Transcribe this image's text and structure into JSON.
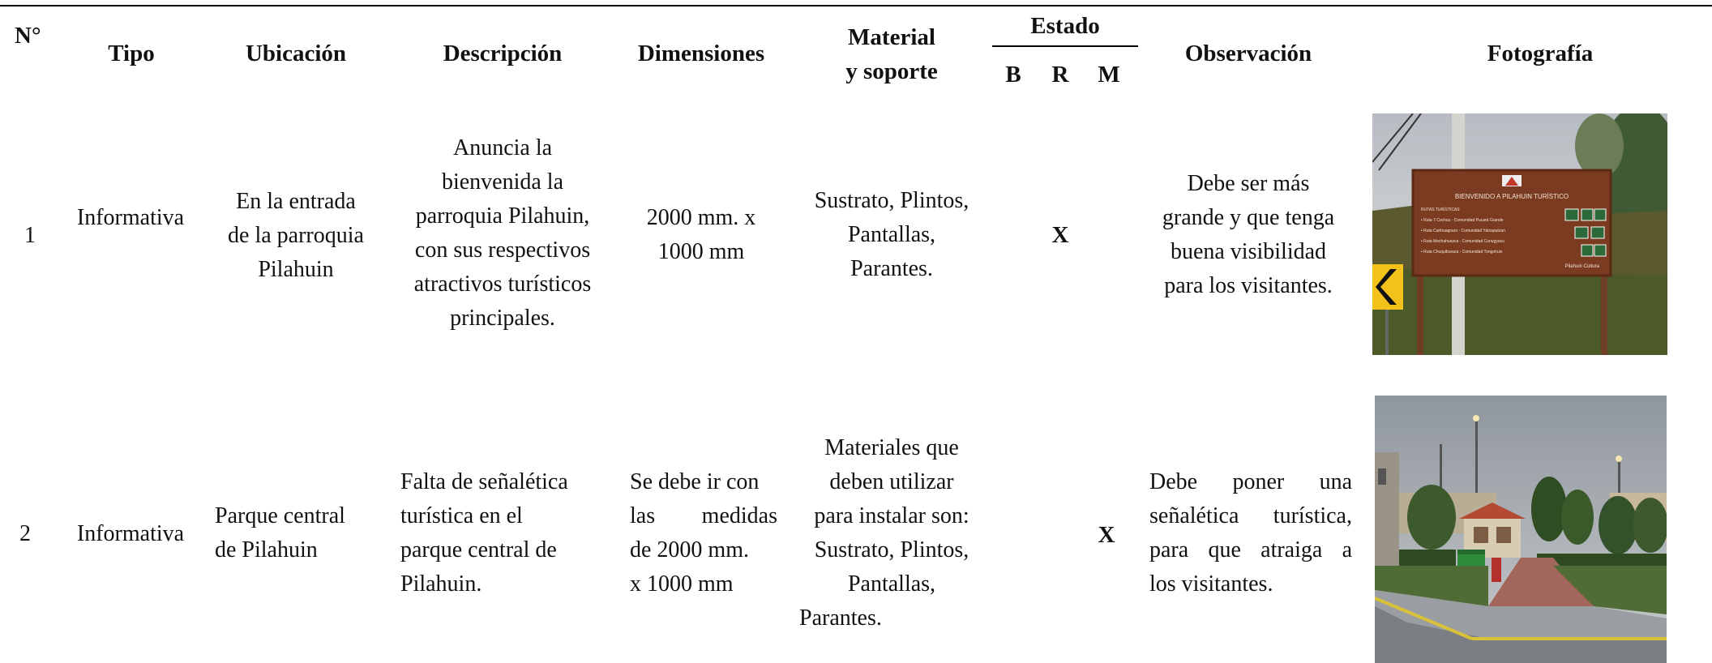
{
  "headers": {
    "no": "N°",
    "tipo": "Tipo",
    "ubicacion": "Ubicación",
    "descripcion": "Descripción",
    "dimensiones": "Dimensiones",
    "material_1": "Material",
    "material_2": "y soporte",
    "estado": "Estado",
    "b": "B",
    "r": "R",
    "m": "M",
    "observacion": "Observación",
    "fotografia": "Fotografía"
  },
  "rows": [
    {
      "no": "1",
      "tipo": "Informativa",
      "ubicacion": [
        "En la entrada",
        "de la parroquia",
        "Pilahuin"
      ],
      "descripcion": [
        "Anuncia la",
        "bienvenida la",
        "parroquia Pilahuin,",
        "con sus respectivos",
        "atractivos turísticos",
        "principales."
      ],
      "dimensiones": [
        "2000 mm. x",
        "1000 mm"
      ],
      "material": [
        "Sustrato, Plintos,",
        "Pantallas,",
        "Parantes."
      ],
      "estado_mark": "X",
      "estado_selected": "R",
      "observacion": [
        "Debe ser más",
        "grande y que tenga",
        "buena visibilidad",
        "para los visitantes."
      ],
      "photo_sign_text": [
        "BIENVENIDO A PILAHUIN TURÍSTICO",
        "RUTAS TURÍSTICAS",
        "• Ruta 7 Cochas - Comunidad Pucará Grande",
        "• Ruta Carihuagrazo - Comunidad Yatzaputzan",
        "• Ruta Mechahuasca - Comunidad Cunugyacu",
        "• Ruta Chuquiburaza - Comunidad Tongohuis",
        "Pilahuin Cultura"
      ]
    },
    {
      "no": "2",
      "tipo": "Informativa",
      "ubicacion": [
        "Parque central",
        "de Pilahuin"
      ],
      "descripcion": [
        "Falta de señalética",
        "turística en el",
        "parque central de",
        "Pilahuin."
      ],
      "dimensiones": [
        "Se debe ir con",
        "las medidas",
        "de 2000 mm.",
        "x 1000 mm"
      ],
      "material": [
        "Materiales que",
        "deben utilizar",
        "para instalar son:",
        "Sustrato, Plintos,",
        "Pantallas,",
        "Parantes."
      ],
      "estado_mark": "X",
      "estado_selected": "M",
      "observacion": [
        "Debe poner una",
        "señalética turística,",
        "para que atraiga a",
        "los visitantes."
      ]
    }
  ]
}
